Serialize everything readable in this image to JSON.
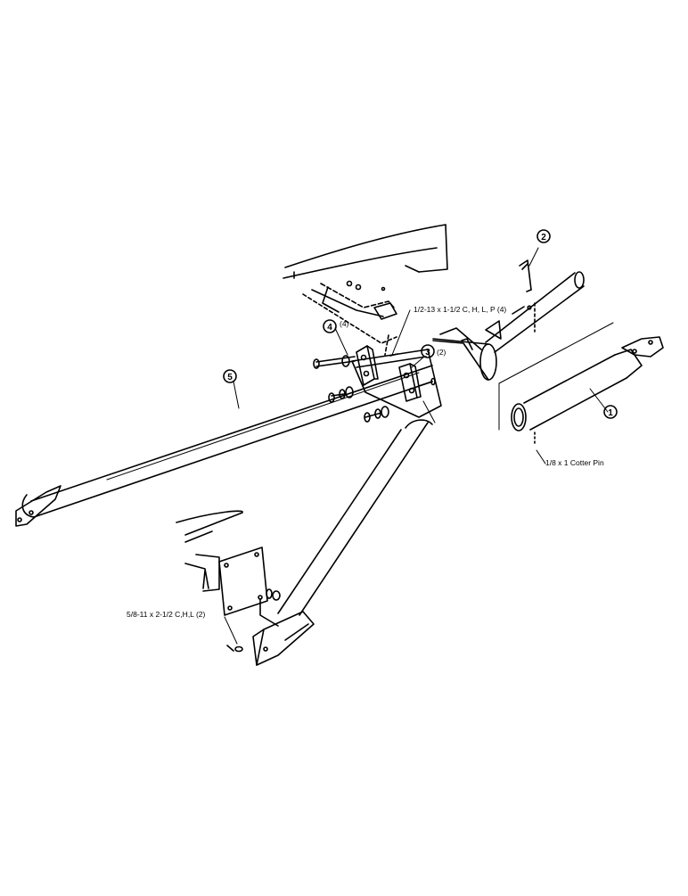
{
  "callouts": [
    {
      "id": "1",
      "qty": ""
    },
    {
      "id": "2",
      "qty": ""
    },
    {
      "id": "3",
      "qty": "(2)"
    },
    {
      "id": "4",
      "qty": "(4)"
    },
    {
      "id": "5",
      "qty": ""
    }
  ],
  "hardware_labels": {
    "bolt_upper": "1/2-13 x 1-1/2 C, H, L, P (4)",
    "bolt_lower": "5/8-11 x 2-1/2 C,H,L (2)",
    "cotter_pin": "1/8 x 1 Cotter Pin"
  }
}
